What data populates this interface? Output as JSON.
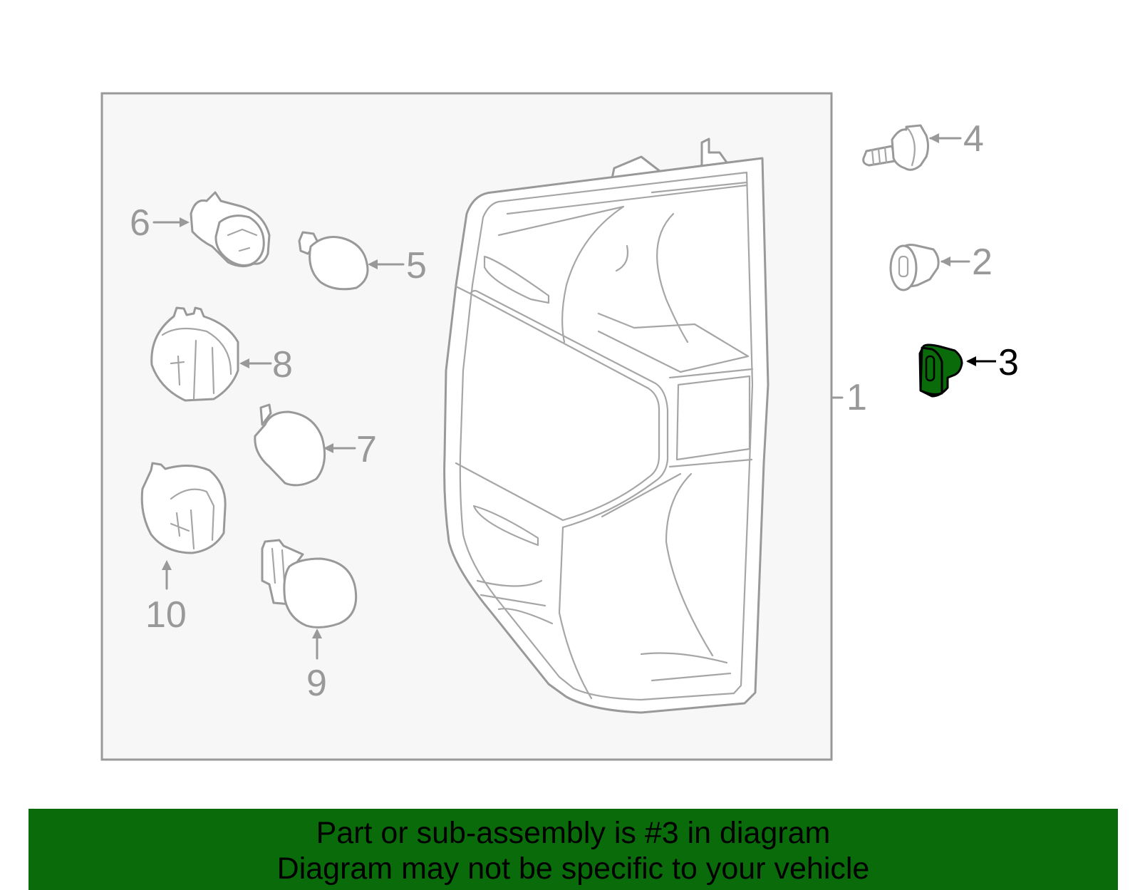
{
  "diagram": {
    "callouts": {
      "c1": "1",
      "c2": "2",
      "c3": "3",
      "c4": "4",
      "c5": "5",
      "c6": "6",
      "c7": "7",
      "c8": "8",
      "c9": "9",
      "c10": "10"
    },
    "highlighted_part": "3",
    "colors": {
      "highlight": "#0a6b0a",
      "line": "#999999",
      "panel": "#f7f7f7"
    }
  },
  "banner": {
    "line1": "Part or sub-assembly is #3 in diagram",
    "line2": "Diagram may not be specific to your vehicle",
    "background": "#0a6b0a"
  }
}
